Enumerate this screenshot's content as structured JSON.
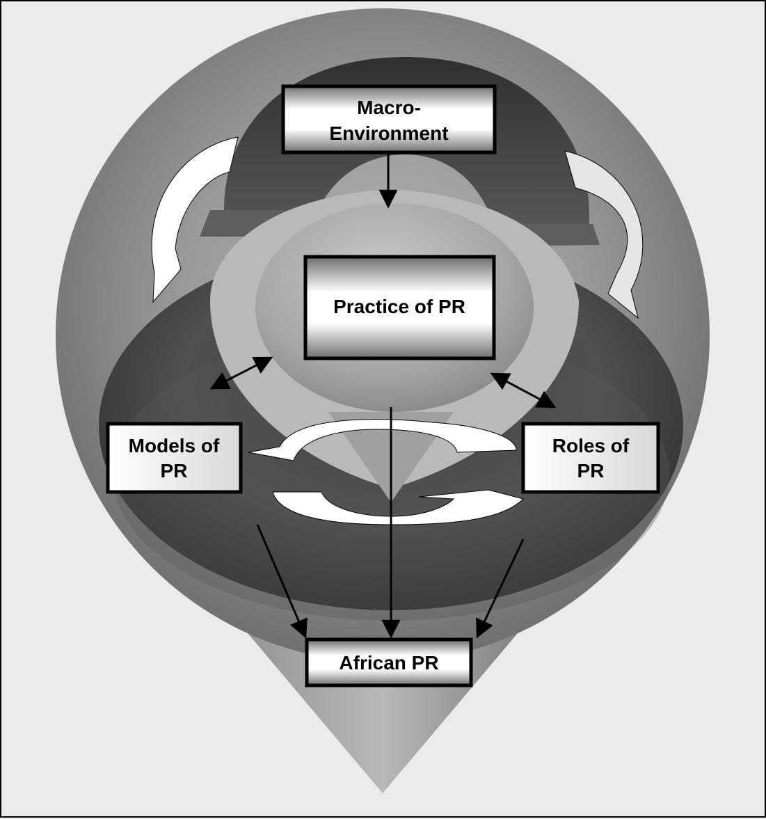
{
  "diagram": {
    "macro_environment": {
      "line1": "Macro-",
      "line2": "Environment"
    },
    "practice": {
      "label": "Practice of PR"
    },
    "models": {
      "line1": "Models of",
      "line2": "PR"
    },
    "roles": {
      "line1": "Roles of",
      "line2": "PR"
    },
    "african": {
      "label": "African PR"
    }
  }
}
